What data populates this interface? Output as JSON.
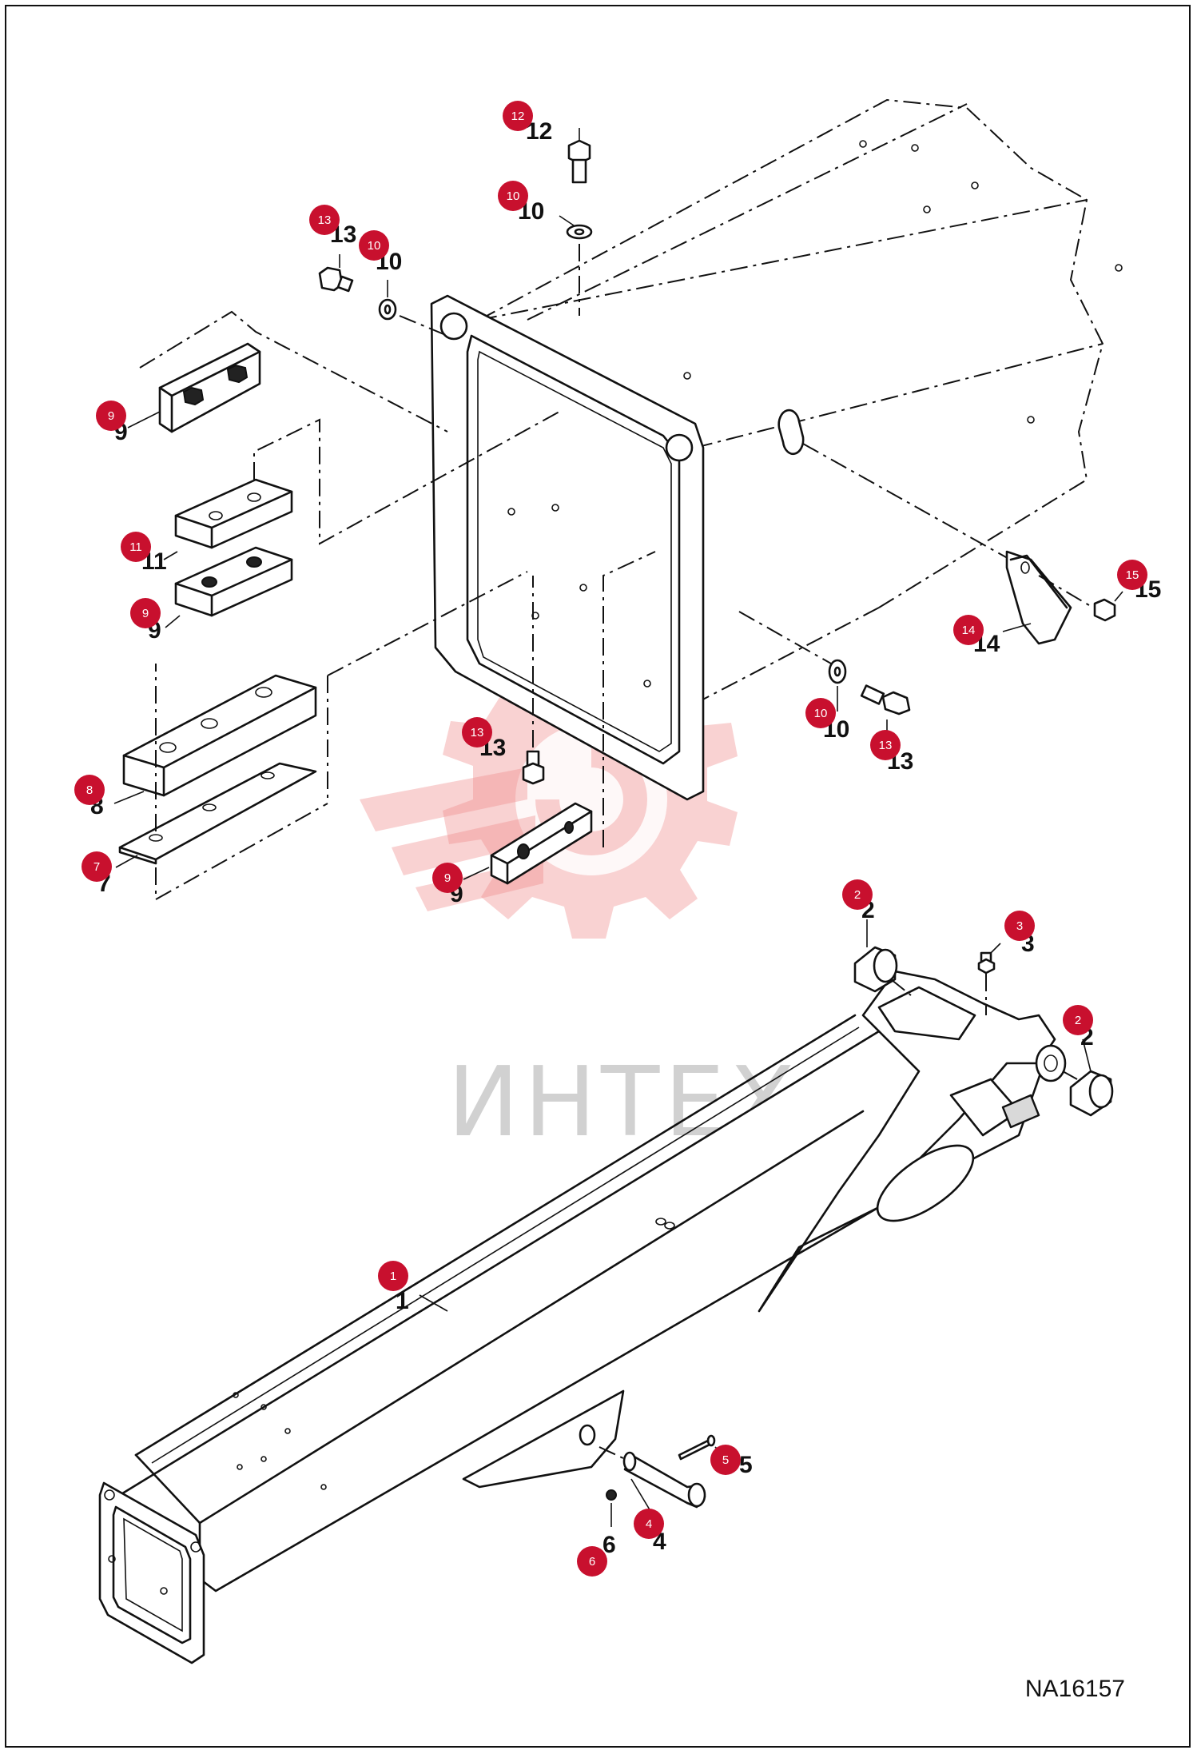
{
  "watermark": {
    "text": "ИНТЕХ"
  },
  "drawing_code": "NA16157",
  "part_labels": [
    {
      "id": "lbl-12",
      "num": "12",
      "badge": "12"
    },
    {
      "id": "lbl-10a",
      "num": "10",
      "badge": "10"
    },
    {
      "id": "lbl-13a",
      "num": "13",
      "badge": "13"
    },
    {
      "id": "lbl-10b",
      "num": "10",
      "badge": "10"
    },
    {
      "id": "lbl-9a",
      "num": "9",
      "badge": "9"
    },
    {
      "id": "lbl-11",
      "num": "11",
      "badge": "11"
    },
    {
      "id": "lbl-9b",
      "num": "9",
      "badge": "9"
    },
    {
      "id": "lbl-8",
      "num": "8",
      "badge": "8"
    },
    {
      "id": "lbl-7",
      "num": "7",
      "badge": "7"
    },
    {
      "id": "lbl-13b",
      "num": "13",
      "badge": "13"
    },
    {
      "id": "lbl-9c",
      "num": "9",
      "badge": "9"
    },
    {
      "id": "lbl-10c",
      "num": "10",
      "badge": "10"
    },
    {
      "id": "lbl-13c",
      "num": "13",
      "badge": "13"
    },
    {
      "id": "lbl-14",
      "num": "14",
      "badge": "14"
    },
    {
      "id": "lbl-15",
      "num": "15",
      "badge": "15"
    },
    {
      "id": "lbl-2a",
      "num": "2",
      "badge": "2"
    },
    {
      "id": "lbl-3",
      "num": "3",
      "badge": "3"
    },
    {
      "id": "lbl-2b",
      "num": "2",
      "badge": "2"
    },
    {
      "id": "lbl-1",
      "num": "1",
      "badge": "1"
    },
    {
      "id": "lbl-5",
      "num": "5",
      "badge": "5"
    },
    {
      "id": "lbl-6",
      "num": "6",
      "badge": "6"
    },
    {
      "id": "lbl-4",
      "num": "4",
      "badge": "4"
    }
  ]
}
